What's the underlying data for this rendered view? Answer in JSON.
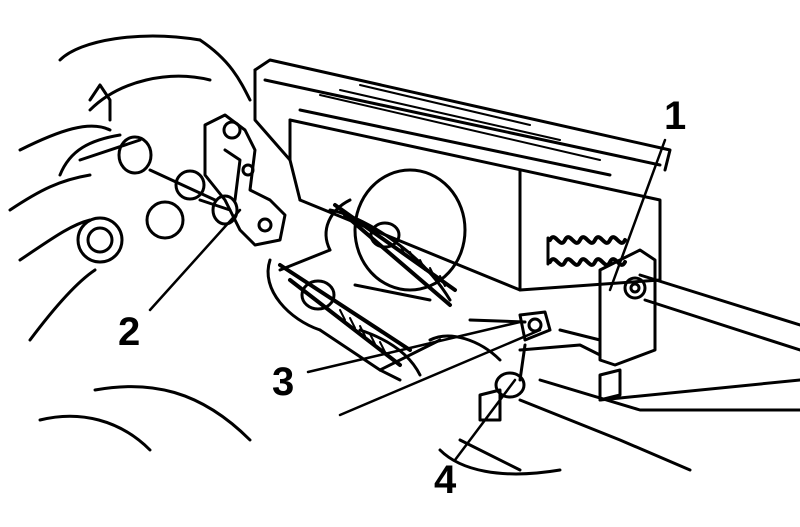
{
  "diagram": {
    "callouts": [
      {
        "id": "1",
        "text": "1"
      },
      {
        "id": "2",
        "text": "2"
      },
      {
        "id": "3",
        "text": "3"
      },
      {
        "id": "4",
        "text": "4"
      }
    ],
    "colors": {
      "ink": "#000000",
      "paper": "#ffffff"
    }
  }
}
